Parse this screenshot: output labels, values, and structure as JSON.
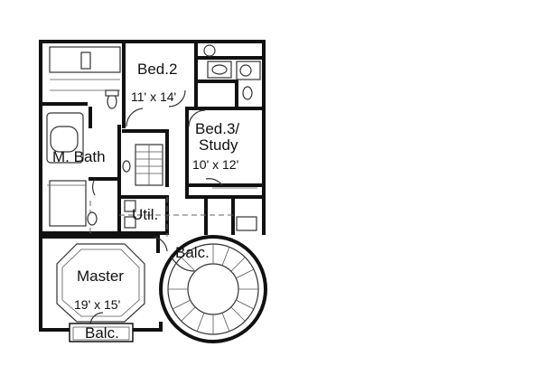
{
  "rooms": {
    "bed2": {
      "name": "Bed.2",
      "dims": "11' x 14'"
    },
    "bed3": {
      "name_line1": "Bed.3/",
      "name_line2": "Study",
      "dims": "10' x 12'"
    },
    "mbath": {
      "name": "M. Bath"
    },
    "util": {
      "name": "Util."
    },
    "balc_upper": {
      "name": "Balc."
    },
    "master": {
      "name": "Master",
      "dims": "19' x 15'"
    },
    "balc_lower": {
      "name": "Balc."
    }
  }
}
